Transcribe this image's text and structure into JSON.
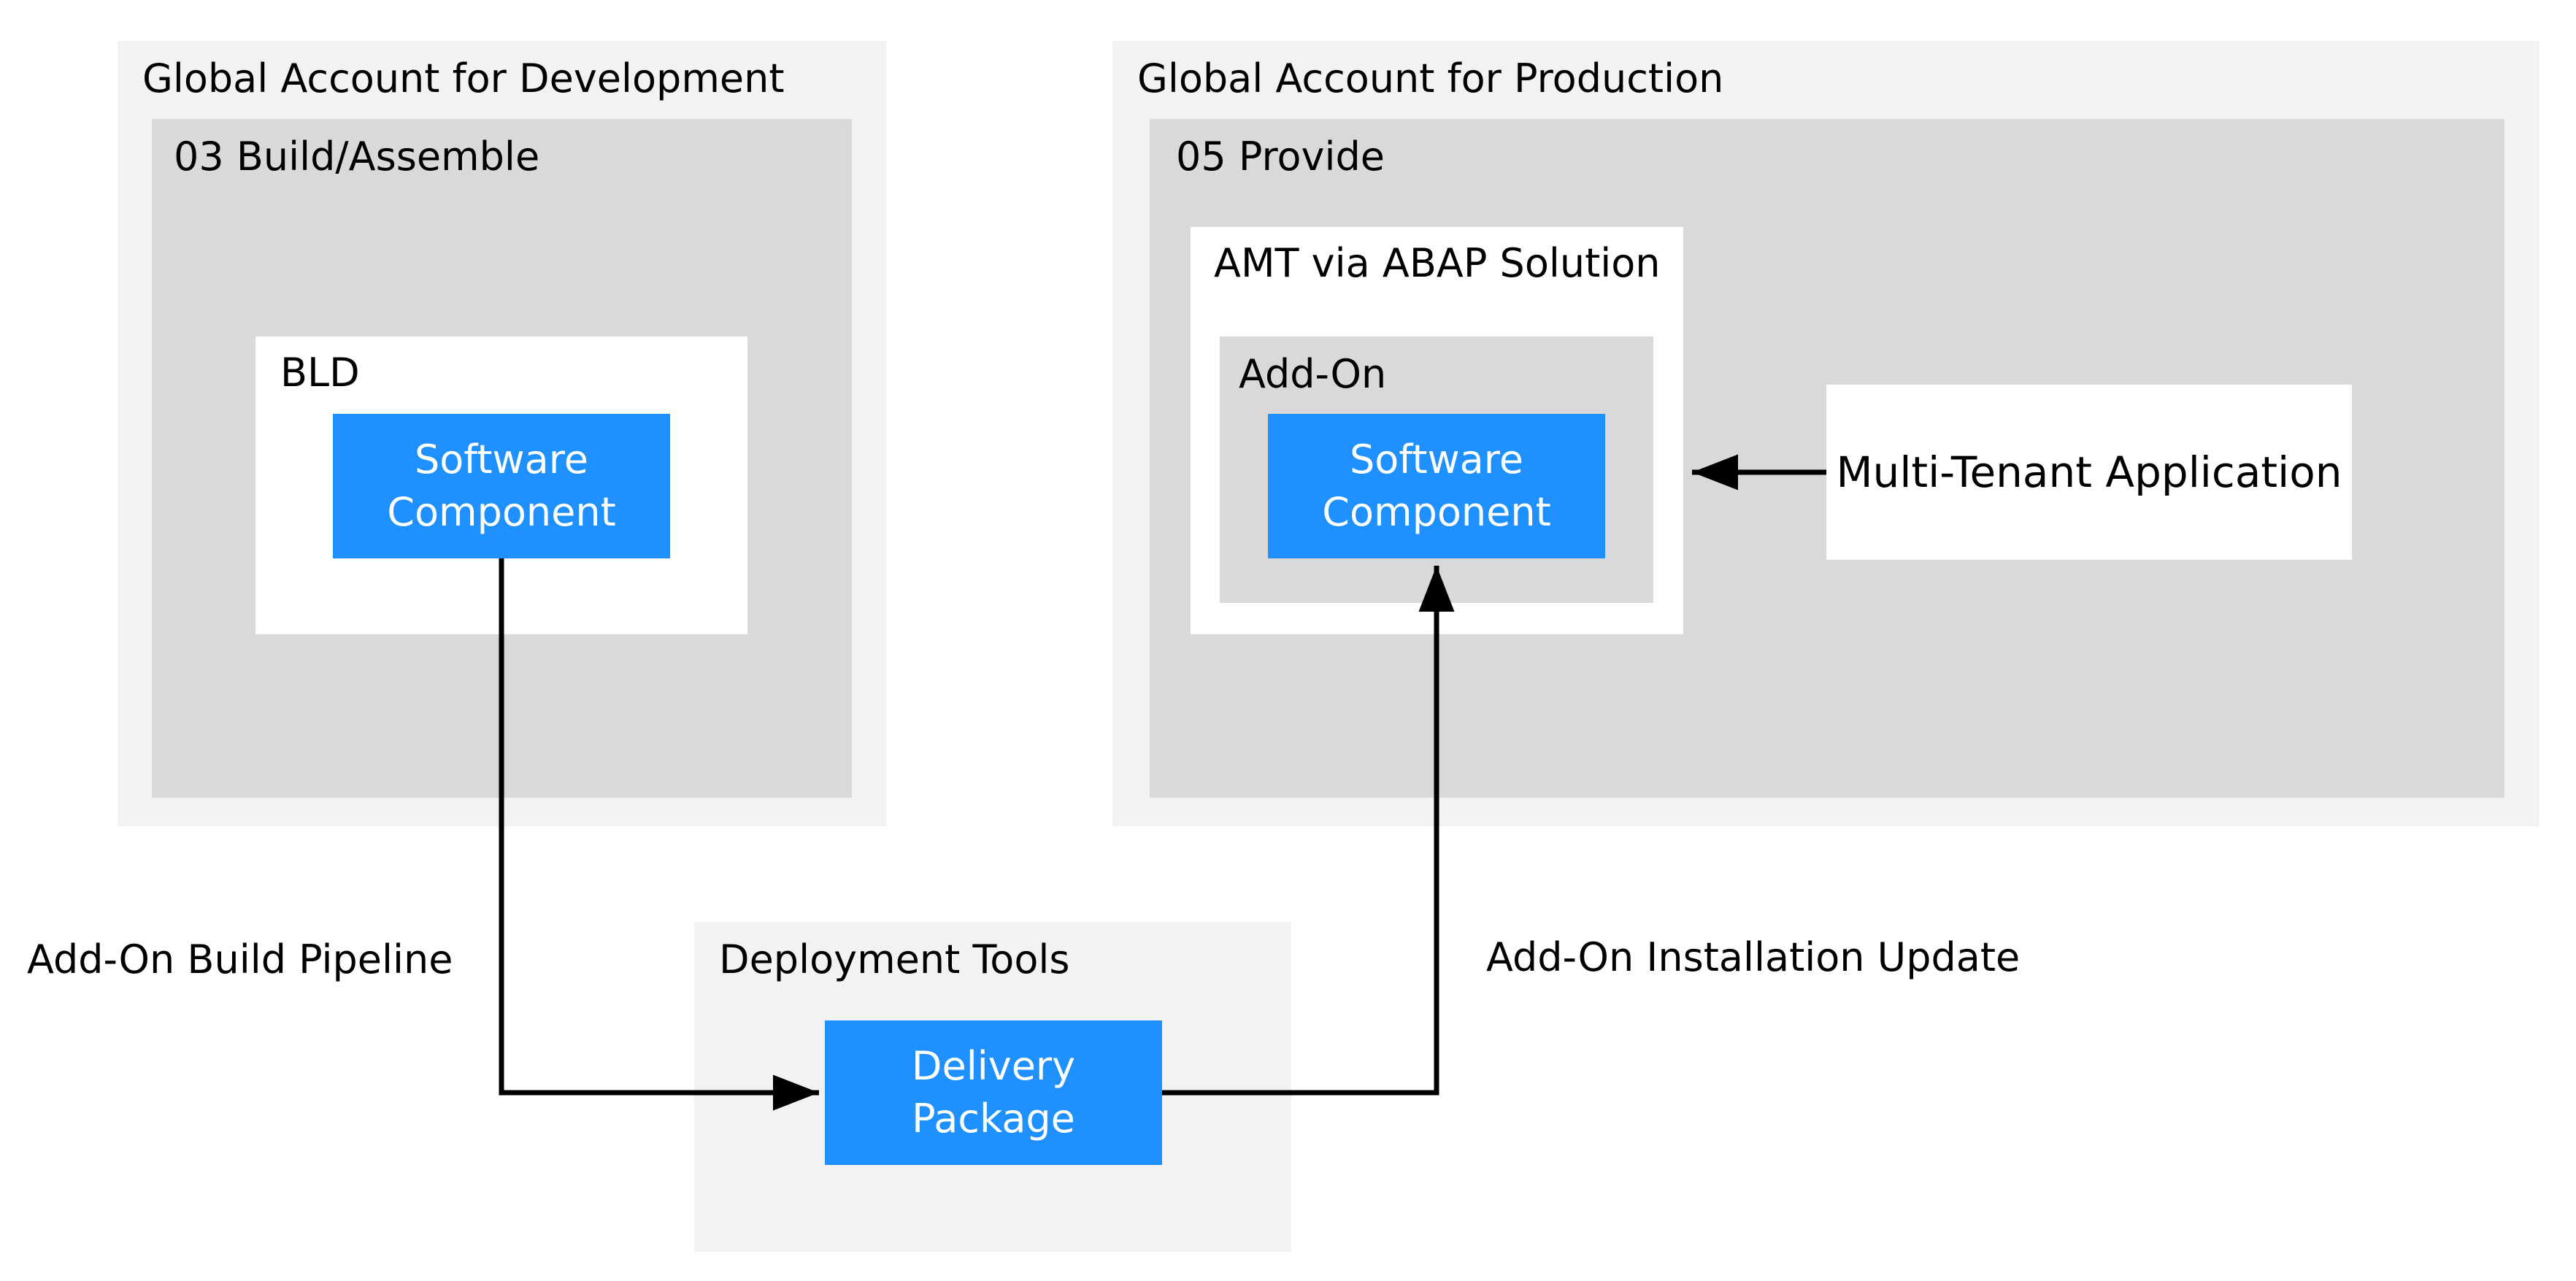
{
  "colors": {
    "outer_container": "#f2f2f2",
    "inner_container": "#d9d9d9",
    "white_box": "#ffffff",
    "component": "#1e90ff",
    "component_text": "#ffffff",
    "text": "#000000",
    "arrow": "#000000"
  },
  "development": {
    "title": "Global Account for Development",
    "build": {
      "title": "03 Build/Assemble",
      "bld": {
        "title": "BLD",
        "component": "Software\nComponent"
      }
    }
  },
  "production": {
    "title": "Global Account for Production",
    "provide": {
      "title": "05 Provide",
      "amt": {
        "title": "AMT via ABAP Solution",
        "addon": {
          "title": "Add-On",
          "component": "Software\nComponent"
        }
      },
      "mta": "Multi-Tenant Application"
    }
  },
  "deployment": {
    "title": "Deployment Tools",
    "package": "Delivery\nPackage"
  },
  "flows": {
    "build_pipeline": "Add-On Build Pipeline",
    "installation_update": "Add-On Installation Update"
  }
}
